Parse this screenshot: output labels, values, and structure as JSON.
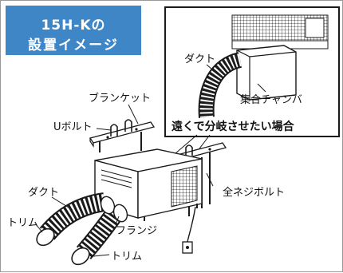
{
  "title": {
    "line1": "15H-Kの",
    "line2": "設置イメージ"
  },
  "inset": {
    "duct_label": "ダクト",
    "chamber_label": "集合チャンバ",
    "caption": "遠くで分岐させたい場合"
  },
  "labels": {
    "blanket": "ブランケット",
    "u_bolt": "Uボルト",
    "duct": "ダクト",
    "trim_left": "トリム",
    "flange": "フランジ",
    "trim_bottom": "トリム",
    "full_thread_bolt": "全ネジボルト"
  },
  "colors": {
    "title_bg": "#3f86c7",
    "line": "#1a1a1a"
  }
}
